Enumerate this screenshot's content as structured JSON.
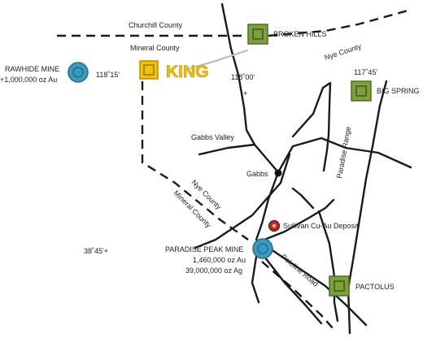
{
  "counties": {
    "churchill": "Churchill County",
    "mineral_top": "Mineral County",
    "nye_top": "Nye County",
    "nye_diag": "Nye County",
    "mineral_diag": "Mineral County"
  },
  "coordinates": {
    "lon_118_15": "118˚15'",
    "lon_118_00": "118˚00'",
    "lon_117_45": "117˚45'",
    "lat_38_45": "38˚45'+"
  },
  "places": {
    "broken_hills": "BROKEN HILLS",
    "king": "KING",
    "big_spring": "BIG SPRING",
    "pactolus": "PACTOLUS",
    "gabbs_valley": "Gabbs Valley",
    "gabbs": "Gabbs",
    "paradise_range": "Paradise Range",
    "poleline_road": "Poleline Road"
  },
  "mines": {
    "rawhide_name": "RAWHIDE MINE",
    "rawhide_prod": "+1,000,000 oz Au",
    "paradise_name": "PARADISE PEAK MINE",
    "paradise_au": "1,460,000 oz Au",
    "paradise_ag": "39,000,000 oz Ag",
    "sullivan": "Sullivan Cu-Au Deposit"
  },
  "colors": {
    "mine_blue": "#3a9bbf",
    "prospect_green": "#7aa13c",
    "king_yellow": "#f0c400",
    "deposit_red": "#b22a22",
    "road": "#1a1a1a"
  }
}
